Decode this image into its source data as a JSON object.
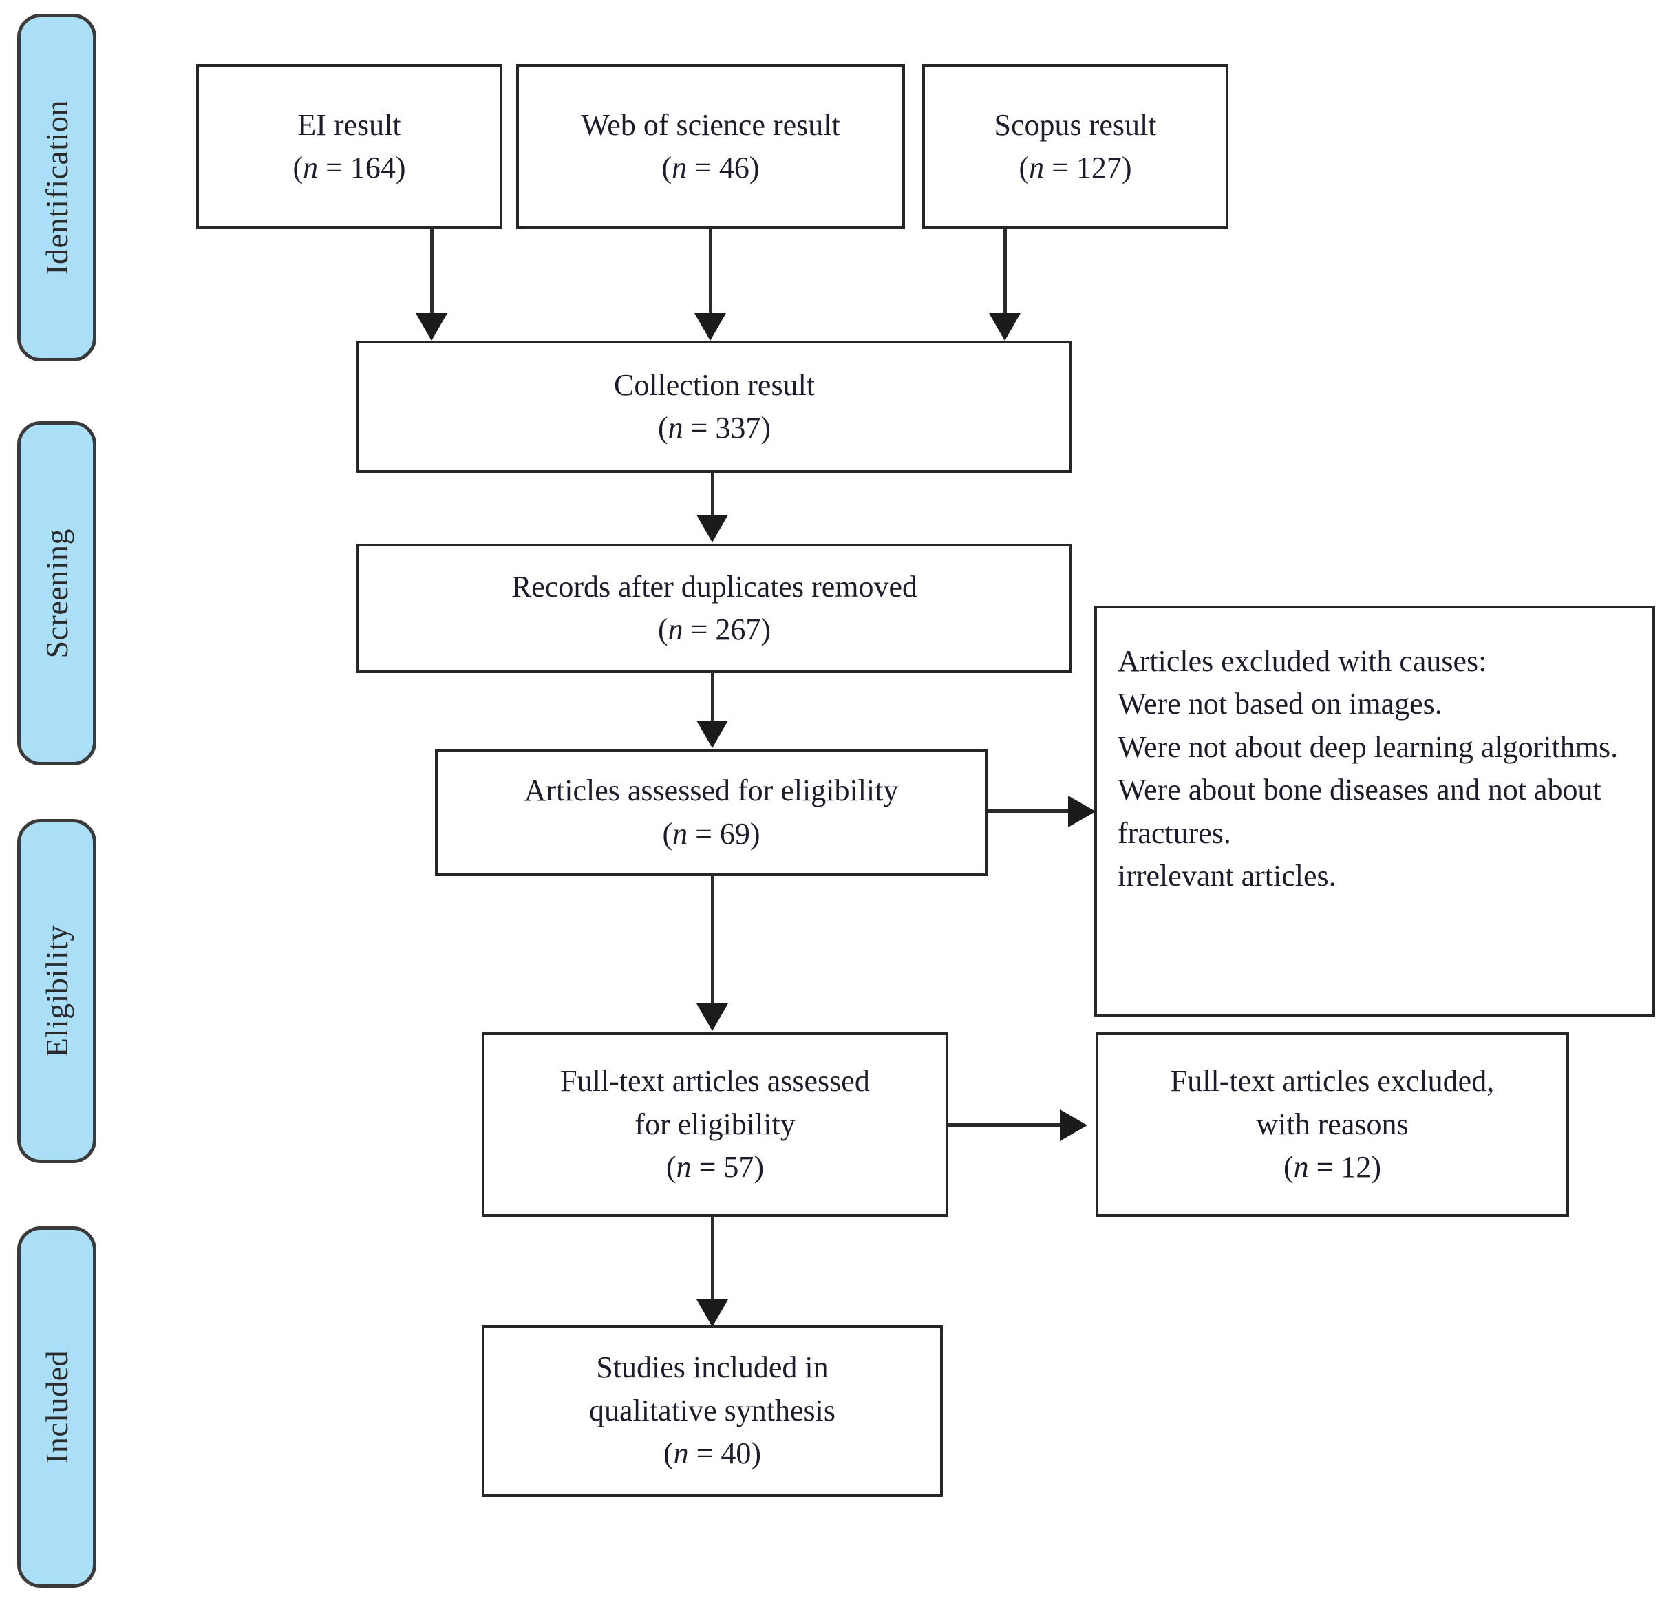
{
  "diagram": {
    "type": "prisma-flow-diagram",
    "stages": [
      {
        "id": "identification",
        "label": "Identification"
      },
      {
        "id": "screening",
        "label": "Screening"
      },
      {
        "id": "eligibility",
        "label": "Eligibility"
      },
      {
        "id": "included",
        "label": "Included"
      }
    ],
    "colors": {
      "stage_pill_fill": "#abdff7",
      "stage_pill_border": "#3a3a3a",
      "box_border": "#262626",
      "box_fill": "#ffffff",
      "text": "#1c1c2b",
      "connector": "#2b2b2b"
    },
    "boxes": {
      "ei_result": {
        "title": "EI result",
        "count_prefix": "(",
        "n_symbol": "n",
        "eq": " = ",
        "count": "164",
        "count_suffix": ")"
      },
      "wos_result": {
        "title": "Web of science result",
        "count_prefix": "(",
        "n_symbol": "n",
        "eq": " = ",
        "count": "46",
        "count_suffix": ")"
      },
      "scopus_result": {
        "title": "Scopus result",
        "count_prefix": "(",
        "n_symbol": "n",
        "eq": " = ",
        "count": "127",
        "count_suffix": ")"
      },
      "collection": {
        "title": "Collection result",
        "count_prefix": "(",
        "n_symbol": "n",
        "eq": " = ",
        "count": "337",
        "count_suffix": ")"
      },
      "duplicates": {
        "title": "Records after duplicates removed",
        "count_prefix": "(",
        "n_symbol": "n",
        "eq": " = ",
        "count": "267",
        "count_suffix": ")"
      },
      "eligibility": {
        "title": "Articles assessed for eligibility",
        "count_prefix": "(",
        "n_symbol": "n",
        "eq": " = ",
        "count": "69",
        "count_suffix": ")"
      },
      "fulltext_assessed": {
        "line1": "Full-text articles assessed",
        "line2": "for eligibility",
        "count_prefix": "(",
        "n_symbol": "n",
        "eq": " = ",
        "count": "57",
        "count_suffix": ")"
      },
      "fulltext_excluded": {
        "line1": "Full-text articles excluded,",
        "line2": "with reasons",
        "count_prefix": "(",
        "n_symbol": "n",
        "eq": " = ",
        "count": "12",
        "count_suffix": ")"
      },
      "included": {
        "line1": "Studies included in",
        "line2": "qualitative synthesis",
        "count_prefix": "(",
        "n_symbol": "n",
        "eq": " = ",
        "count": "40",
        "count_suffix": ")"
      },
      "excluded_causes": {
        "heading": "Articles excluded with causes:",
        "reasons": [
          "Were not based on images.",
          "Were not about deep learning algorithms.",
          "Were about bone diseases and not about fractures.",
          "irrelevant articles."
        ]
      }
    }
  }
}
